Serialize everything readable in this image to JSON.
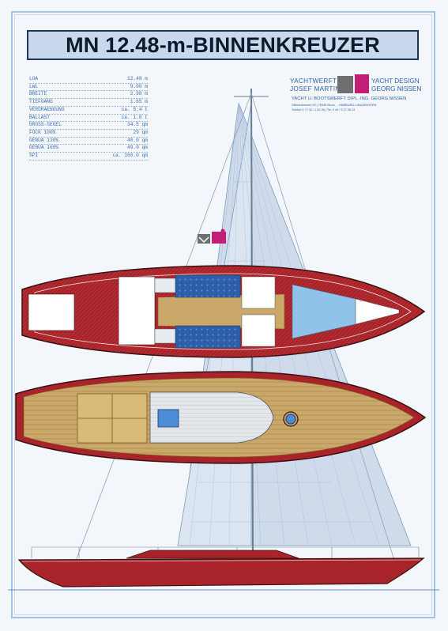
{
  "title": "MN 12.48-m-BINNENKREUZER",
  "specs": [
    {
      "label": "LOA",
      "value": "12.48 m"
    },
    {
      "label": "LWL",
      "value": "9.00 m"
    },
    {
      "label": "BREITE",
      "value": "2.98 m"
    },
    {
      "label": "TIEFGANG",
      "value": "1.65 m"
    },
    {
      "label": "VERDRAENGUNG",
      "value": "ca. 5.4 t"
    },
    {
      "label": "BALLAST",
      "value": "ca. 1.8 t"
    },
    {
      "label": "GROSS-SEGEL",
      "value": "34.5 qm"
    },
    {
      "label": "FOCK 100%",
      "value": "29 qm"
    },
    {
      "label": "GENUA 130%",
      "value": "40.0 qm"
    },
    {
      "label": "GENUA 160%",
      "value": "49.0 qm"
    },
    {
      "label": "SPI",
      "value": "ca. 160.0 qm"
    }
  ],
  "logo": {
    "left_line1": "YACHTWERFT",
    "left_line2": "JOSEF MARTIN",
    "right_line1": "YACHT DESIGN",
    "right_line2": "GEORG NISSEN",
    "subtitle": "YACHT U. BOOTSWERFT DIPL.-ING. GEORG NISSEN",
    "address1": "Ottmarsbeuren 20 | 78345 Moos ... HAMBURG-LANGENHORN",
    "address2": "Telefon 0 77 32 / 1 53 06 | Tel. 0 40 / 5 27 08 13"
  },
  "colors": {
    "hull_red": "#a8242a",
    "deck_teak": "#c9a86a",
    "sail": "#cfdbeb",
    "cushion_blue": "#2d5fa8",
    "logo_blue": "#2d5fae",
    "logo_magenta": "#c21e78"
  }
}
